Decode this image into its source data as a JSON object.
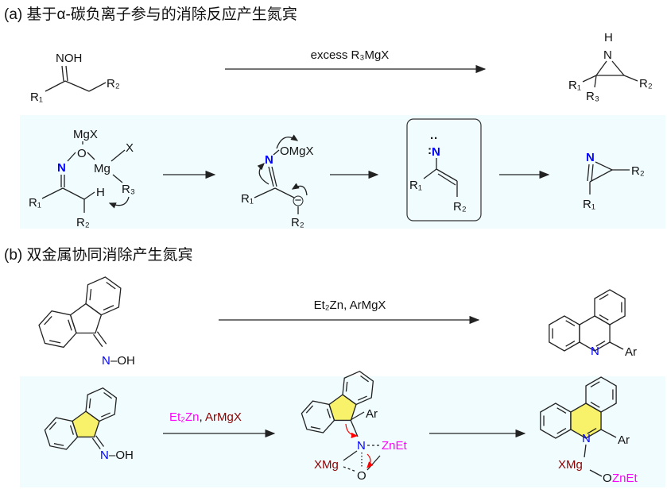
{
  "colors": {
    "panel": "#f0fcfe",
    "nitrogen": "#0000ff",
    "zinc": "#ff00ff",
    "magnesium": "#8b0000",
    "arrow_red": "#ff0000",
    "highlight": "#f7f26a"
  },
  "section_a": {
    "title": "(a) 基于α-碳负离子参与的消除反应产生氮宾",
    "reagent": "excess R₃MgX",
    "start": {
      "noh": "NOH",
      "r1": "R₁",
      "r2": "R₂"
    },
    "product": {
      "h": "H",
      "n": "N",
      "r1": "R₁",
      "r2": "R₂",
      "r3": "R₃"
    },
    "mech1": {
      "mgx": "MgX",
      "o": "O",
      "n": "N",
      "mg": "Mg",
      "x": "X",
      "r3": "R₃",
      "h": "H",
      "r1": "R₁",
      "r2": "R₂"
    },
    "mech2": {
      "n": "N",
      "omgx": "OMgX",
      "r1": "R₁",
      "r2": "R₂",
      "minus": "−"
    },
    "nitrene": {
      "colon": ":",
      "dots": "··",
      "n": "N",
      "r1": "R₁",
      "r2": "R₂"
    },
    "azirine": {
      "n": "N",
      "r1": "R₁",
      "r2": "R₂"
    }
  },
  "section_b": {
    "title": "(b) 双金属协同消除产生氮宾",
    "reagent": "Et₂Zn, ArMgX",
    "start": {
      "n": "N",
      "oh": "–OH"
    },
    "product": {
      "n": "N",
      "ar": "Ar"
    },
    "mech_reagent": {
      "et2zn": "Et₂Zn",
      "comma": ", ",
      "armgx": "ArMgX"
    },
    "mech_start": {
      "n": "N",
      "oh": "–OH"
    },
    "intermediate": {
      "ar": "Ar",
      "n": "N",
      "znet": "ZnEt",
      "xmg": "XMg",
      "o": "O"
    },
    "mech_product": {
      "n": "N",
      "ar": "Ar",
      "xmg": "XMg",
      "o": "O",
      "znet": "ZnEt"
    }
  }
}
